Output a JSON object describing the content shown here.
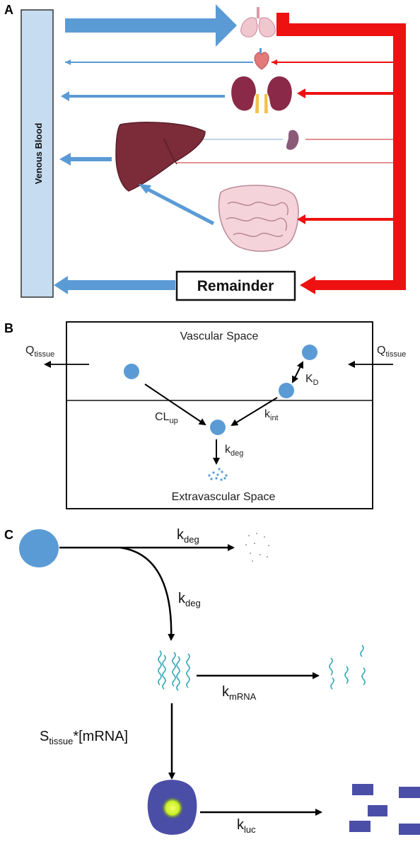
{
  "panels": {
    "a": {
      "letter": "A",
      "venous_label": "Venous Blood",
      "remainder_label": "Remainder"
    },
    "b": {
      "letter": "B",
      "vascular_label": "Vascular Space",
      "extravascular_label": "Extravascular Space",
      "q_left": {
        "main": "Q",
        "sub": "tissue"
      },
      "q_right": {
        "main": "Q",
        "sub": "tissue"
      },
      "kd": {
        "main": "K",
        "sub": "D"
      },
      "clup": {
        "main": "CL",
        "sub": "up"
      },
      "kint": {
        "main": "k",
        "sub": "int"
      },
      "kdeg": {
        "main": "k",
        "sub": "deg"
      }
    },
    "c": {
      "letter": "C",
      "kdeg_top": {
        "main": "k",
        "sub": "deg"
      },
      "kdeg_curve": {
        "main": "k",
        "sub": "deg"
      },
      "kmrna": {
        "main": "k",
        "sub": "mRNA"
      },
      "stissue": {
        "main": "S",
        "sub": "tissue",
        "rest": "*[mRNA]"
      },
      "kluc": {
        "main": "k",
        "sub": "luc"
      }
    }
  },
  "colors": {
    "venous_fill": "#c6dcf0",
    "arterial_red": "#ee1111",
    "venous_arrow": "#5b9bd5",
    "particle": "#5b9bd5"
  },
  "icons": [
    "lungs-icon",
    "heart-icon",
    "kidneys-icon",
    "spleen-icon",
    "liver-icon",
    "intestine-icon",
    "mrna-icon",
    "protein-icon"
  ]
}
